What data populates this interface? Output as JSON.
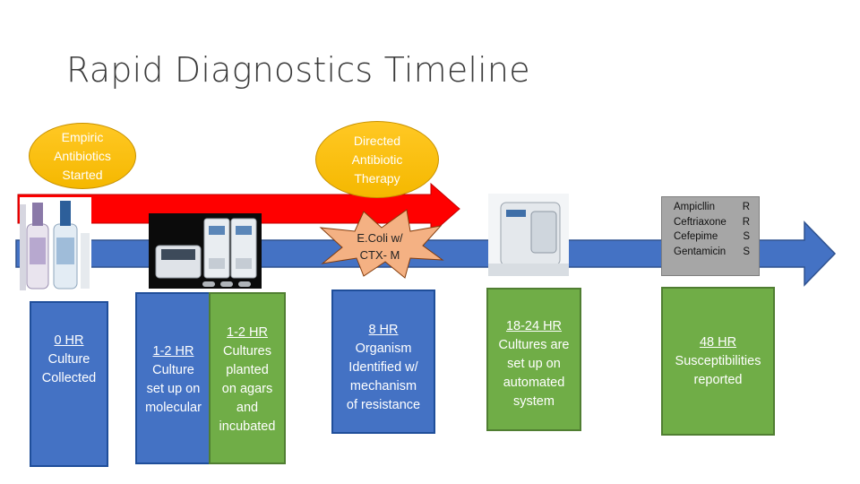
{
  "title": "Rapid Diagnostics Timeline",
  "ovals": {
    "empiric": [
      "Empiric",
      "Antibiotics",
      "Started"
    ],
    "directed": [
      "Directed",
      "Antibiotic",
      "Therapy"
    ]
  },
  "burst": [
    "E.Coli w/",
    "CTX- M"
  ],
  "susceptibility": [
    {
      "drug": "Ampicllin",
      "result": "R"
    },
    {
      "drug": "Ceftriaxone",
      "result": "R"
    },
    {
      "drug": "Cefepime",
      "result": "S"
    },
    {
      "drug": "Gentamicin",
      "result": "S"
    }
  ],
  "boxes": {
    "b0": {
      "header": "0 HR",
      "lines": [
        "Culture",
        "Collected"
      ]
    },
    "b1": {
      "header": "1-2 HR",
      "lines": [
        "Culture",
        "set up on",
        "molecular"
      ]
    },
    "b2": {
      "header": "1-2 HR",
      "lines": [
        "Cultures",
        "planted",
        "on agars",
        "and",
        "incubated"
      ]
    },
    "b3": {
      "header": "8 HR",
      "lines": [
        "Organism",
        "Identified w/",
        "mechanism",
        "of resistance"
      ]
    },
    "b4": {
      "header": "18-24 HR",
      "lines": [
        "Cultures are",
        "set up on",
        "automated",
        "system"
      ]
    },
    "b5": {
      "header": "48 HR",
      "lines": [
        "Susceptibilities",
        "reported"
      ]
    }
  },
  "colors": {
    "red_arrow": "#ff0000",
    "blue_arrow": "#4472c4",
    "oval": "#fcc419",
    "burst": "#f4b183",
    "blue_box": "#4472c4",
    "green_box": "#70ad47",
    "susc_box": "#a6a6a6"
  }
}
